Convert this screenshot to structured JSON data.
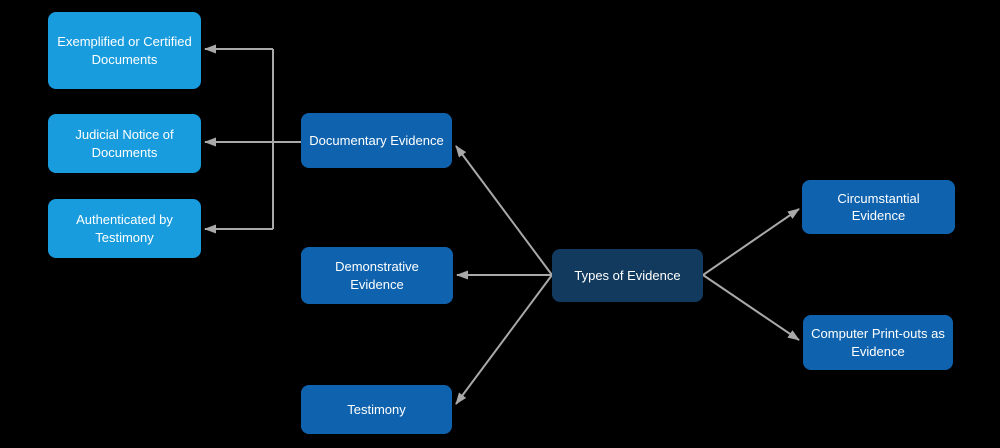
{
  "diagram": {
    "background_color": "#000000",
    "connector_color": "#A9A9A9",
    "text_color": "#FFFFFF",
    "palette": {
      "light_blue": "#189CDD",
      "medium_blue": "#0F63AE",
      "navy": "#123A5E"
    },
    "nodes": {
      "root": {
        "label": "Types of Evidence",
        "color": "#123A5E"
      },
      "documentary": {
        "label": "Documentary Evidence",
        "color": "#0F63AE"
      },
      "demonstrative": {
        "label": "Demonstrative Evidence",
        "color": "#0F63AE"
      },
      "testimony": {
        "label": "Testimony",
        "color": "#0F63AE"
      },
      "exemplified": {
        "label": "Exemplified or Certified Documents",
        "color": "#189CDD"
      },
      "judicial": {
        "label": "Judicial Notice of Documents",
        "color": "#189CDD"
      },
      "authenticated": {
        "label": "Authenticated by Testimony",
        "color": "#189CDD"
      },
      "circumstantial": {
        "label": "Circumstantial Evidence",
        "color": "#0F63AE"
      },
      "computer": {
        "label": "Computer Print-outs as Evidence",
        "color": "#0F63AE"
      }
    },
    "edges": [
      {
        "from": "root",
        "to": "documentary"
      },
      {
        "from": "root",
        "to": "demonstrative"
      },
      {
        "from": "root",
        "to": "testimony"
      },
      {
        "from": "root",
        "to": "circumstantial"
      },
      {
        "from": "root",
        "to": "computer"
      },
      {
        "from": "documentary",
        "to": "exemplified"
      },
      {
        "from": "documentary",
        "to": "judicial"
      },
      {
        "from": "documentary",
        "to": "authenticated"
      }
    ]
  }
}
